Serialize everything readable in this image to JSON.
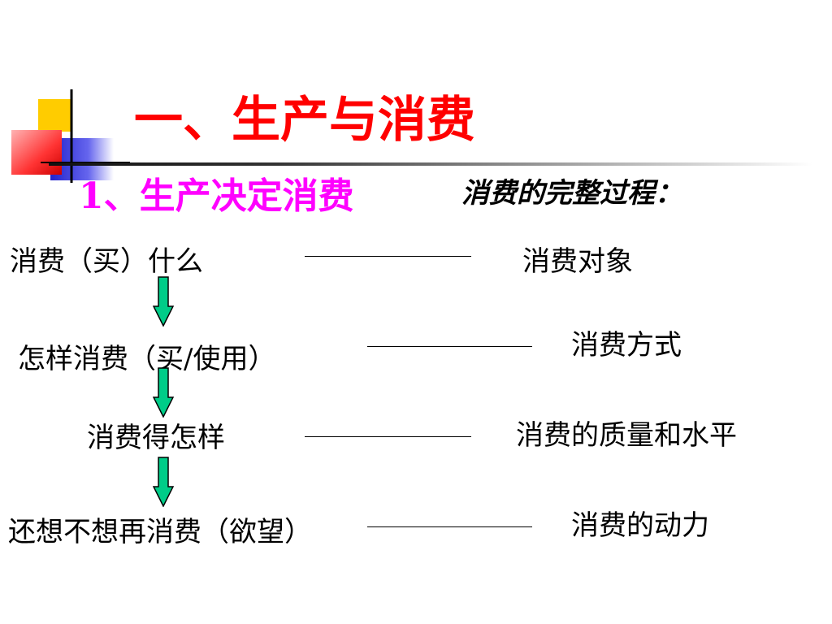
{
  "slide": {
    "title": "一、生产与消费",
    "subtitle": "1、生产决定消费",
    "process_note": "消费的完整过程："
  },
  "steps": [
    {
      "question": "消费（买）什么",
      "answer": "消费对象"
    },
    {
      "question": "怎样消费（买/使用）",
      "answer": "消费方式"
    },
    {
      "question": "消费得怎样",
      "answer": "消费的质量和水平"
    },
    {
      "question": "还想不想再消费（欲望）",
      "answer": "消费的动力"
    }
  ],
  "colors": {
    "title": "#ff0000",
    "subtitle": "#ff00ff",
    "arrow_fill": "#00cc88",
    "deco_yellow": "#ffcc00",
    "deco_blue": "#3333cc",
    "deco_red": "#ff3333"
  },
  "icons": [
    "down-arrow-icon",
    "corner-decoration"
  ]
}
